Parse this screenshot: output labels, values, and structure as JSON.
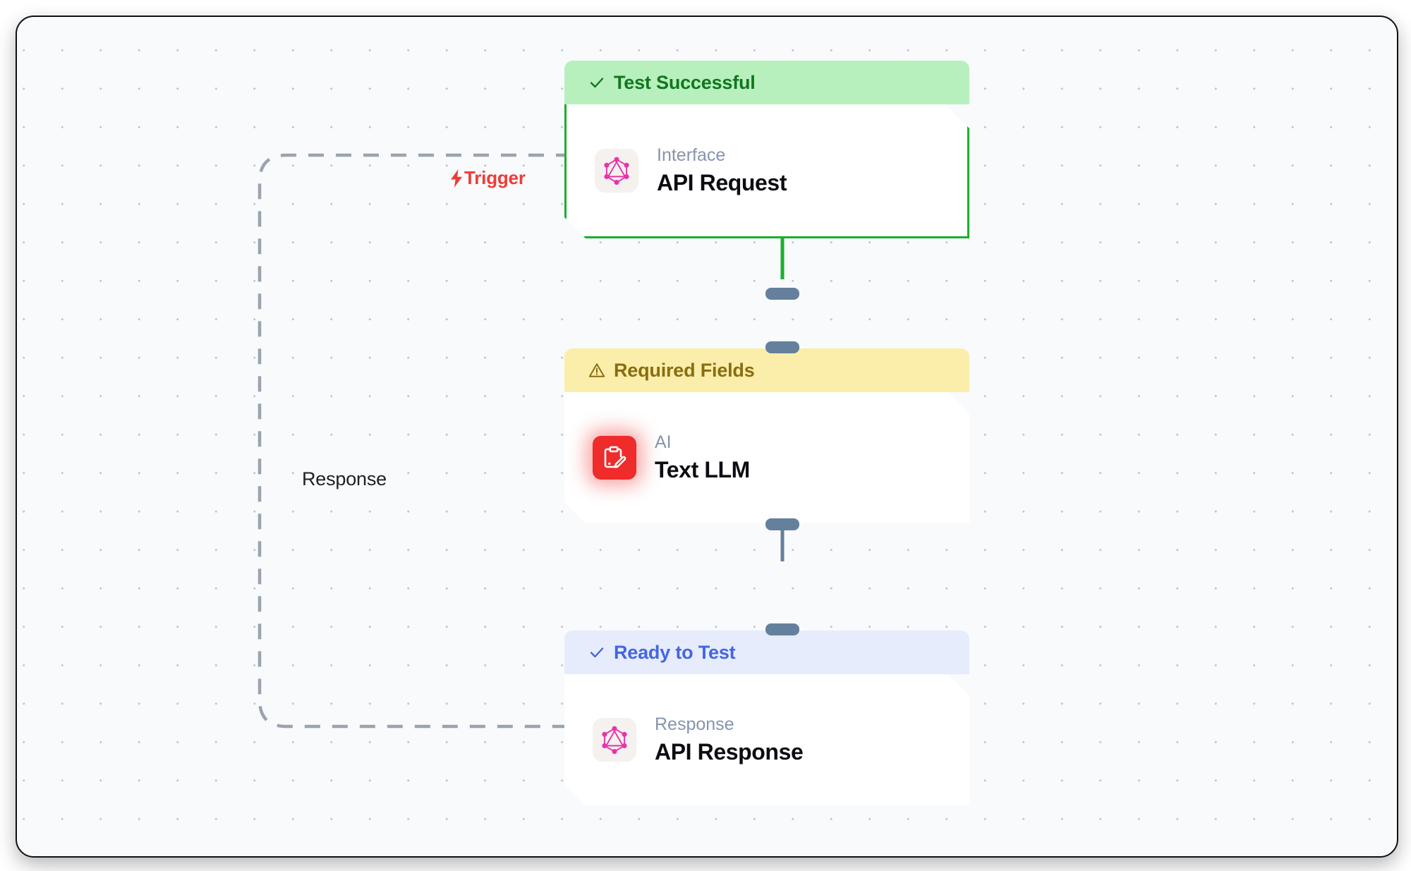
{
  "canvas": {
    "background_color": "#f8fafc",
    "grid": "dot-grid"
  },
  "edges": [
    {
      "id": "trigger-edge",
      "label": "Trigger",
      "icon": "lightning-bolt-icon",
      "glyph": "⚡",
      "style": "dashed",
      "color": "#9aa3ae",
      "label_color": "#ef3b38"
    },
    {
      "id": "response-edge",
      "label": "Response",
      "style": "dashed",
      "color": "#9aa3ae",
      "label_color": "#1d2026"
    },
    {
      "id": "request-to-llm-edge",
      "label": "",
      "style": "solid",
      "color": "#19b02b"
    },
    {
      "id": "llm-to-response-edge",
      "label": "",
      "style": "solid",
      "color": "#64809c"
    }
  ],
  "nodes": [
    {
      "id": "api-request",
      "status_label": "Test Successful",
      "status_icon": "check-icon",
      "status_glyph": "✓",
      "status_bg": "#b7f0bd",
      "status_color": "#12761f",
      "accent_color": "#19b02b",
      "kind": "Interface",
      "title": "API Request",
      "icon": "graphql-icon"
    },
    {
      "id": "text-llm",
      "status_label": "Required Fields",
      "status_icon": "warning-triangle-icon",
      "status_glyph": "⚠",
      "status_bg": "#fbeeaa",
      "status_color": "#8a6d10",
      "accent_color": "#e0b429",
      "kind": "AI",
      "title": "Text LLM",
      "icon": "clipboard-pencil-icon"
    },
    {
      "id": "api-response",
      "status_label": "Ready to Test",
      "status_icon": "check-icon",
      "status_glyph": "✓",
      "status_bg": "#e6ecfb",
      "status_color": "#4466e0",
      "accent_color": "#4466e0",
      "kind": "Response",
      "title": "API Response",
      "icon": "graphql-icon"
    }
  ]
}
